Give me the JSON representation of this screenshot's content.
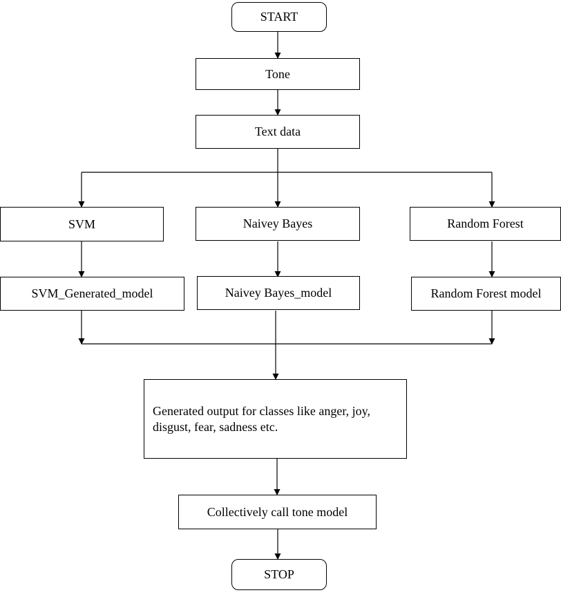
{
  "nodes": {
    "start": "START",
    "tone": "Tone",
    "text_data": "Text data",
    "svm": "SVM",
    "naive_bayes": "Naivey Bayes",
    "random_forest": "Random Forest",
    "svm_model": "SVM_Generated_model",
    "nb_model": "Naivey Bayes_model",
    "rf_model": "Random Forest model",
    "output": "Generated output for classes like anger, joy, disgust, fear, sadness etc.",
    "tone_model": "Collectively call tone model",
    "stop": "STOP"
  },
  "colors": {
    "line": "#000000",
    "box_fill": "#ffffff",
    "background": "#ffffff"
  }
}
